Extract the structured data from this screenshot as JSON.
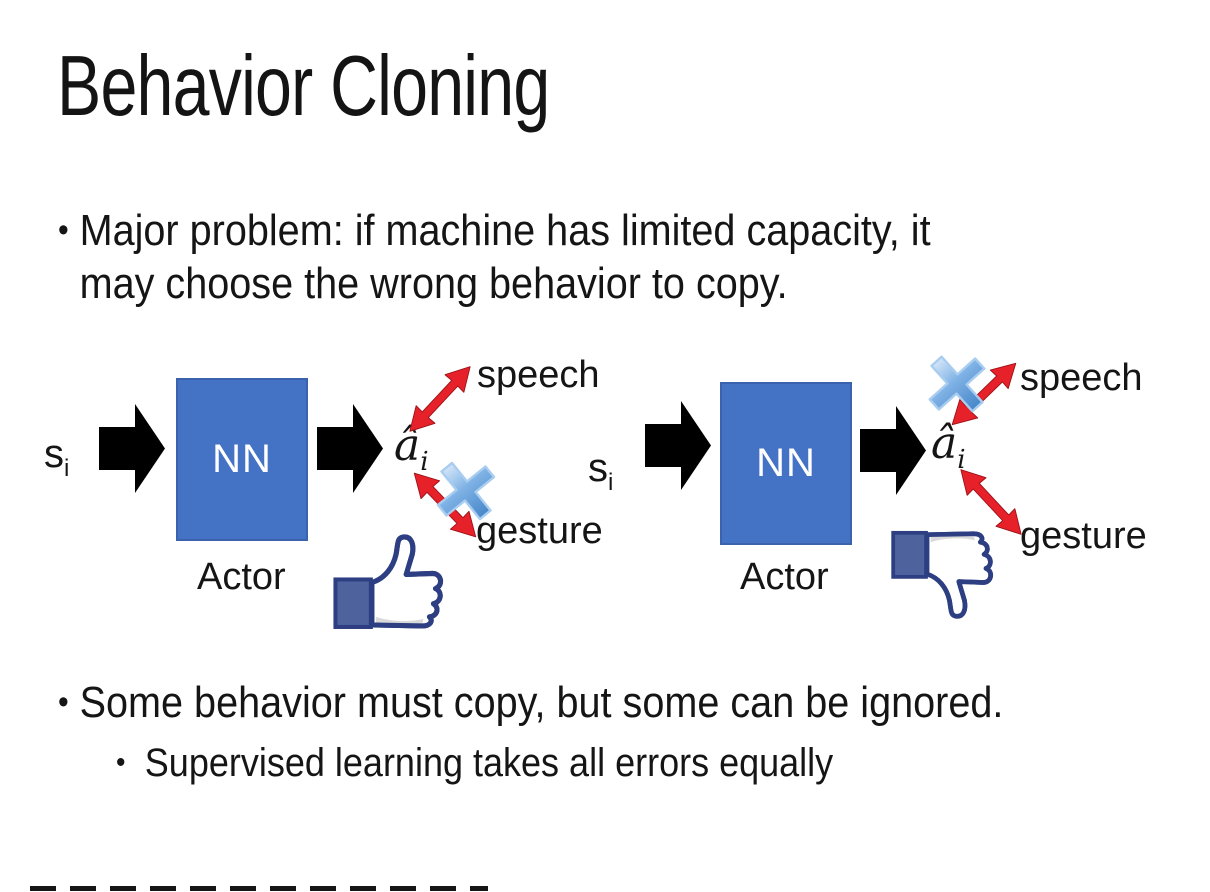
{
  "slide": {
    "title": "Behavior Cloning",
    "bullet_glyph": "•",
    "bullet1": {
      "line1": "Major problem: if machine has limited capacity, it",
      "line2": "may choose the wrong behavior to copy."
    },
    "bullet2": "Some behavior must copy, but some can be ignored.",
    "bullet2_sub": "Supervised learning takes all errors equally"
  },
  "diagrams": [
    {
      "input_var": "s",
      "input_sub": "i",
      "network_label": "NN",
      "network_caption": "Actor",
      "output_var": "â",
      "output_sub": "i",
      "action_top": "speech",
      "action_bottom": "gesture",
      "crossed_out": "gesture",
      "feedback_icon": "thumbs-up"
    },
    {
      "input_var": "s",
      "input_sub": "i",
      "network_label": "NN",
      "network_caption": "Actor",
      "output_var": "â",
      "output_sub": "i",
      "action_top": "speech",
      "action_bottom": "gesture",
      "crossed_out": "speech",
      "feedback_icon": "thumbs-down"
    }
  ],
  "colors": {
    "nn_box": "#4472C4",
    "nn_text": "#FFFFFF",
    "arrow_black": "#000000",
    "arrow_red": "#E8242C",
    "cross_blue": "#5B9BD5",
    "thumb_blue": "#2F4B8F",
    "text": "#151515"
  }
}
